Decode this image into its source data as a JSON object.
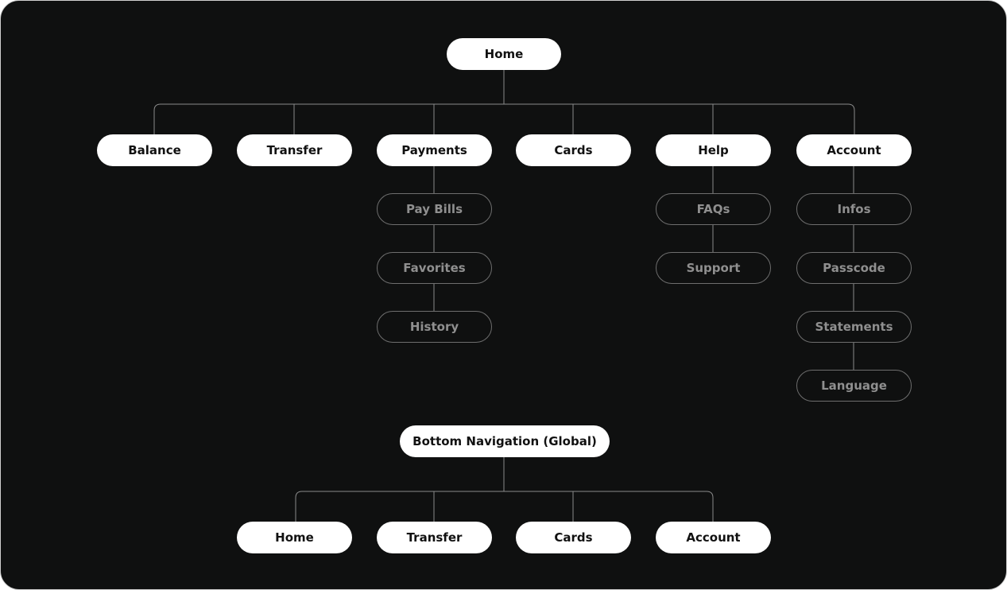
{
  "sitemap": {
    "root": "Home",
    "sections": [
      {
        "label": "Balance",
        "children": []
      },
      {
        "label": "Transfer",
        "children": []
      },
      {
        "label": "Payments",
        "children": [
          "Pay Bills",
          "Favorites",
          "History"
        ]
      },
      {
        "label": "Cards",
        "children": []
      },
      {
        "label": "Help",
        "children": [
          "FAQs",
          "Support"
        ]
      },
      {
        "label": "Account",
        "children": [
          "Infos",
          "Passcode",
          "Statements",
          "Language"
        ]
      }
    ]
  },
  "bottom_nav": {
    "title": "Bottom Navigation (Global)",
    "items": [
      "Home",
      "Transfer",
      "Cards",
      "Account"
    ]
  },
  "colors": {
    "background": "#0f1010",
    "primary_node": "#ffffff",
    "primary_text": "#111111",
    "secondary_text": "#8f8f8f",
    "connector": "#8a8a8a"
  }
}
